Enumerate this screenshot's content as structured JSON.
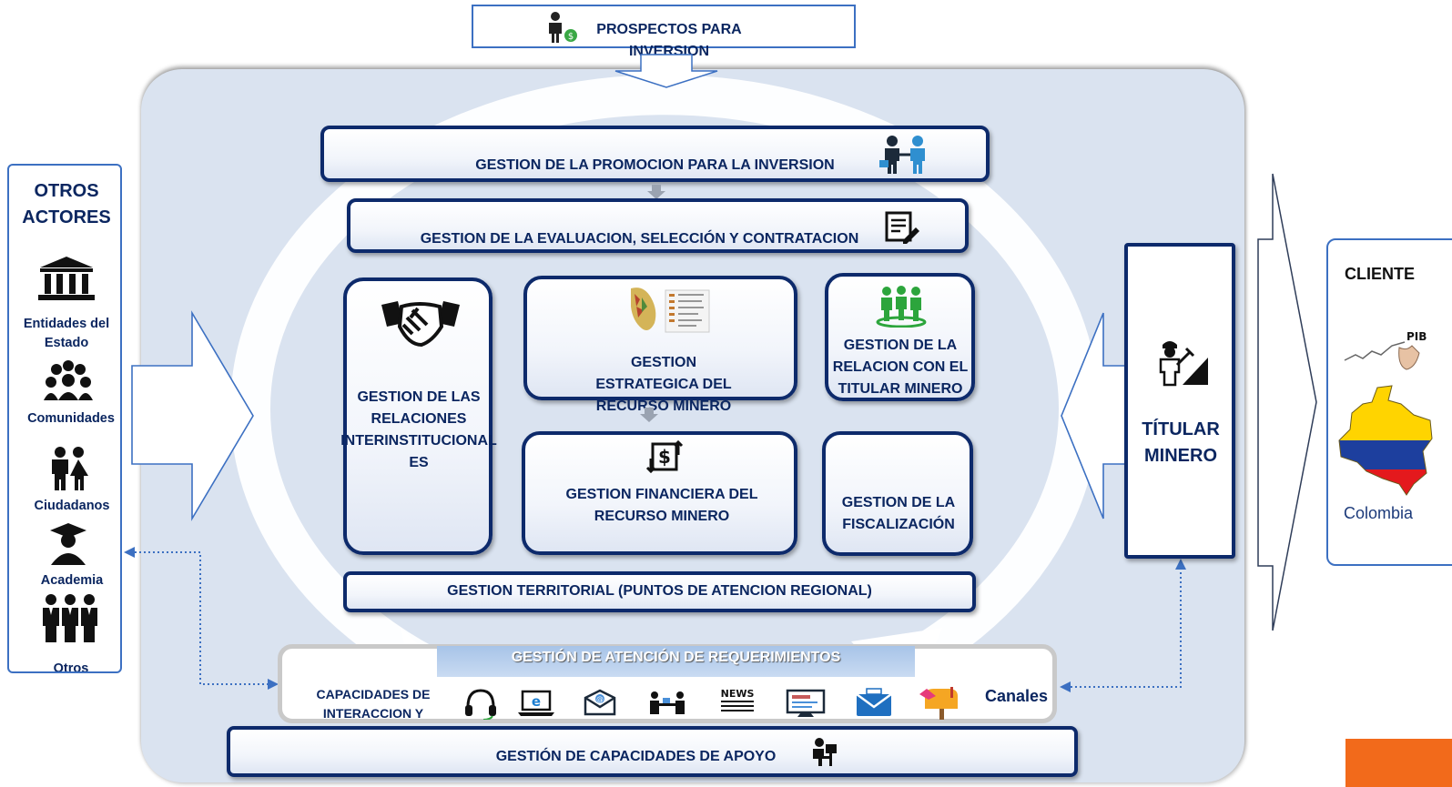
{
  "top_box": {
    "title": "PROSPECTOS PARA INVERSION",
    "icon": "investor-icon"
  },
  "left_panel": {
    "title": "OTROS ACTORES",
    "actors": [
      {
        "label": "Entidades del Estado",
        "icon": "government-building-icon"
      },
      {
        "label": "Comunidades",
        "icon": "community-group-icon"
      },
      {
        "label": "Ciudadanos",
        "icon": "citizens-couple-icon"
      },
      {
        "label": "Academia",
        "icon": "graduate-icon"
      },
      {
        "label": "Otros",
        "icon": "people-group-icon"
      }
    ]
  },
  "processes": {
    "promocion": "GESTION DE LA PROMOCION PARA LA INVERSION",
    "evaluacion": "GESTION DE LA EVALUACION, SELECCIÓN Y  CONTRATACION",
    "relaciones": "GESTION DE LAS RELACIONES INTERINSTITUCIONAL ES",
    "estrategica": "GESTION ESTRATEGICA DEL  RECURSO MINERO",
    "relacion_titular": "GESTION DE LA RELACION CON EL TITULAR MINERO",
    "financiera": "GESTION FINANCIERA DEL RECURSO MINERO",
    "fiscalizacion": "GESTION DE LA FISCALIZACIÓN",
    "territorial": "GESTION TERRITORIAL (PUNTOS DE ATENCION REGIONAL)",
    "atencion": "GESTIÓN  DE ATENCIÓN DE REQUERIMIENTOS",
    "capacidades_interaccion": "CAPACIDADES DE INTERACCION Y CONTACTO",
    "canales": "Canales",
    "apoyo": "GESTIÓN DE CAPACIDADES DE APOYO"
  },
  "channel_icons": [
    "headset-icon",
    "laptop-browser-icon",
    "email-icon",
    "meeting-icon",
    "news-icon",
    "web-form-icon",
    "mail-inbox-icon",
    "mailbox-icon"
  ],
  "titular": {
    "label": "TÍTULAR MINERO",
    "icon": "miner-icon"
  },
  "cliente": {
    "title": "CLIENTE",
    "pib": "PIB",
    "country": "Colombia"
  },
  "colors": {
    "navy": "#0d2a6b",
    "text": "#0b2660",
    "panel": "#dae3f0",
    "accent_blue": "#3c70c2",
    "orange": "#f26a1b"
  }
}
